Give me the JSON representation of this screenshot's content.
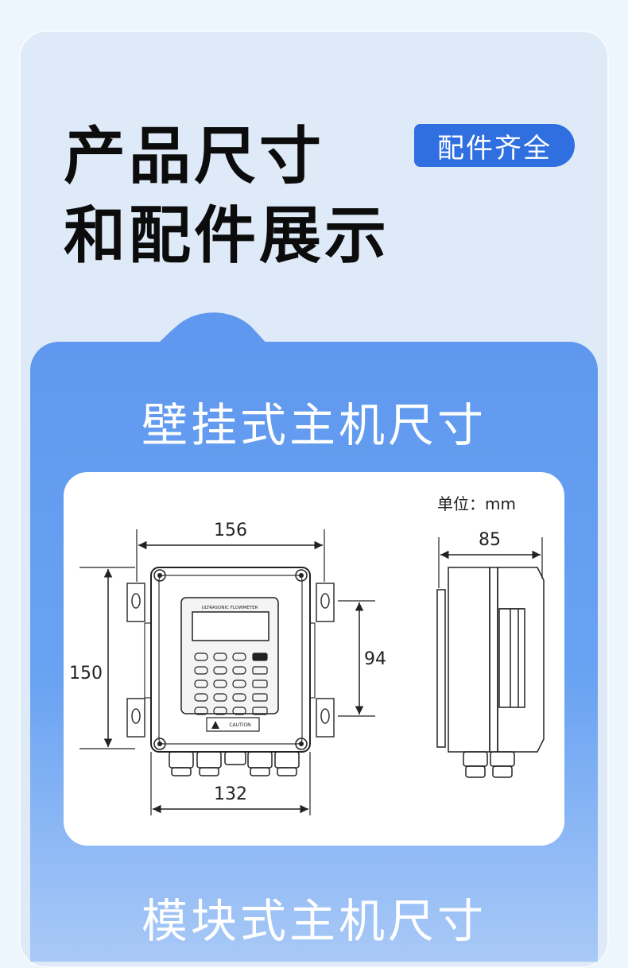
{
  "header": {
    "title_line1": "产品尺寸",
    "title_line2": "和配件展示",
    "badge": "配件齐全"
  },
  "sections": [
    {
      "title": "壁挂式主机尺寸"
    },
    {
      "title": "模块式主机尺寸"
    }
  ],
  "diagram": {
    "unit_label": "单位：mm",
    "dim_width": "156",
    "dim_height": "150",
    "dim_inner": "94",
    "dim_bottom": "132",
    "dim_depth": "85",
    "device_label": "ULTRASONIC FLOWMETER",
    "caution_label": "CAUTION"
  },
  "colors": {
    "accent": "#2f6fe0",
    "panel_top": "#5f98ee",
    "panel_bottom": "#a9c9f7"
  }
}
